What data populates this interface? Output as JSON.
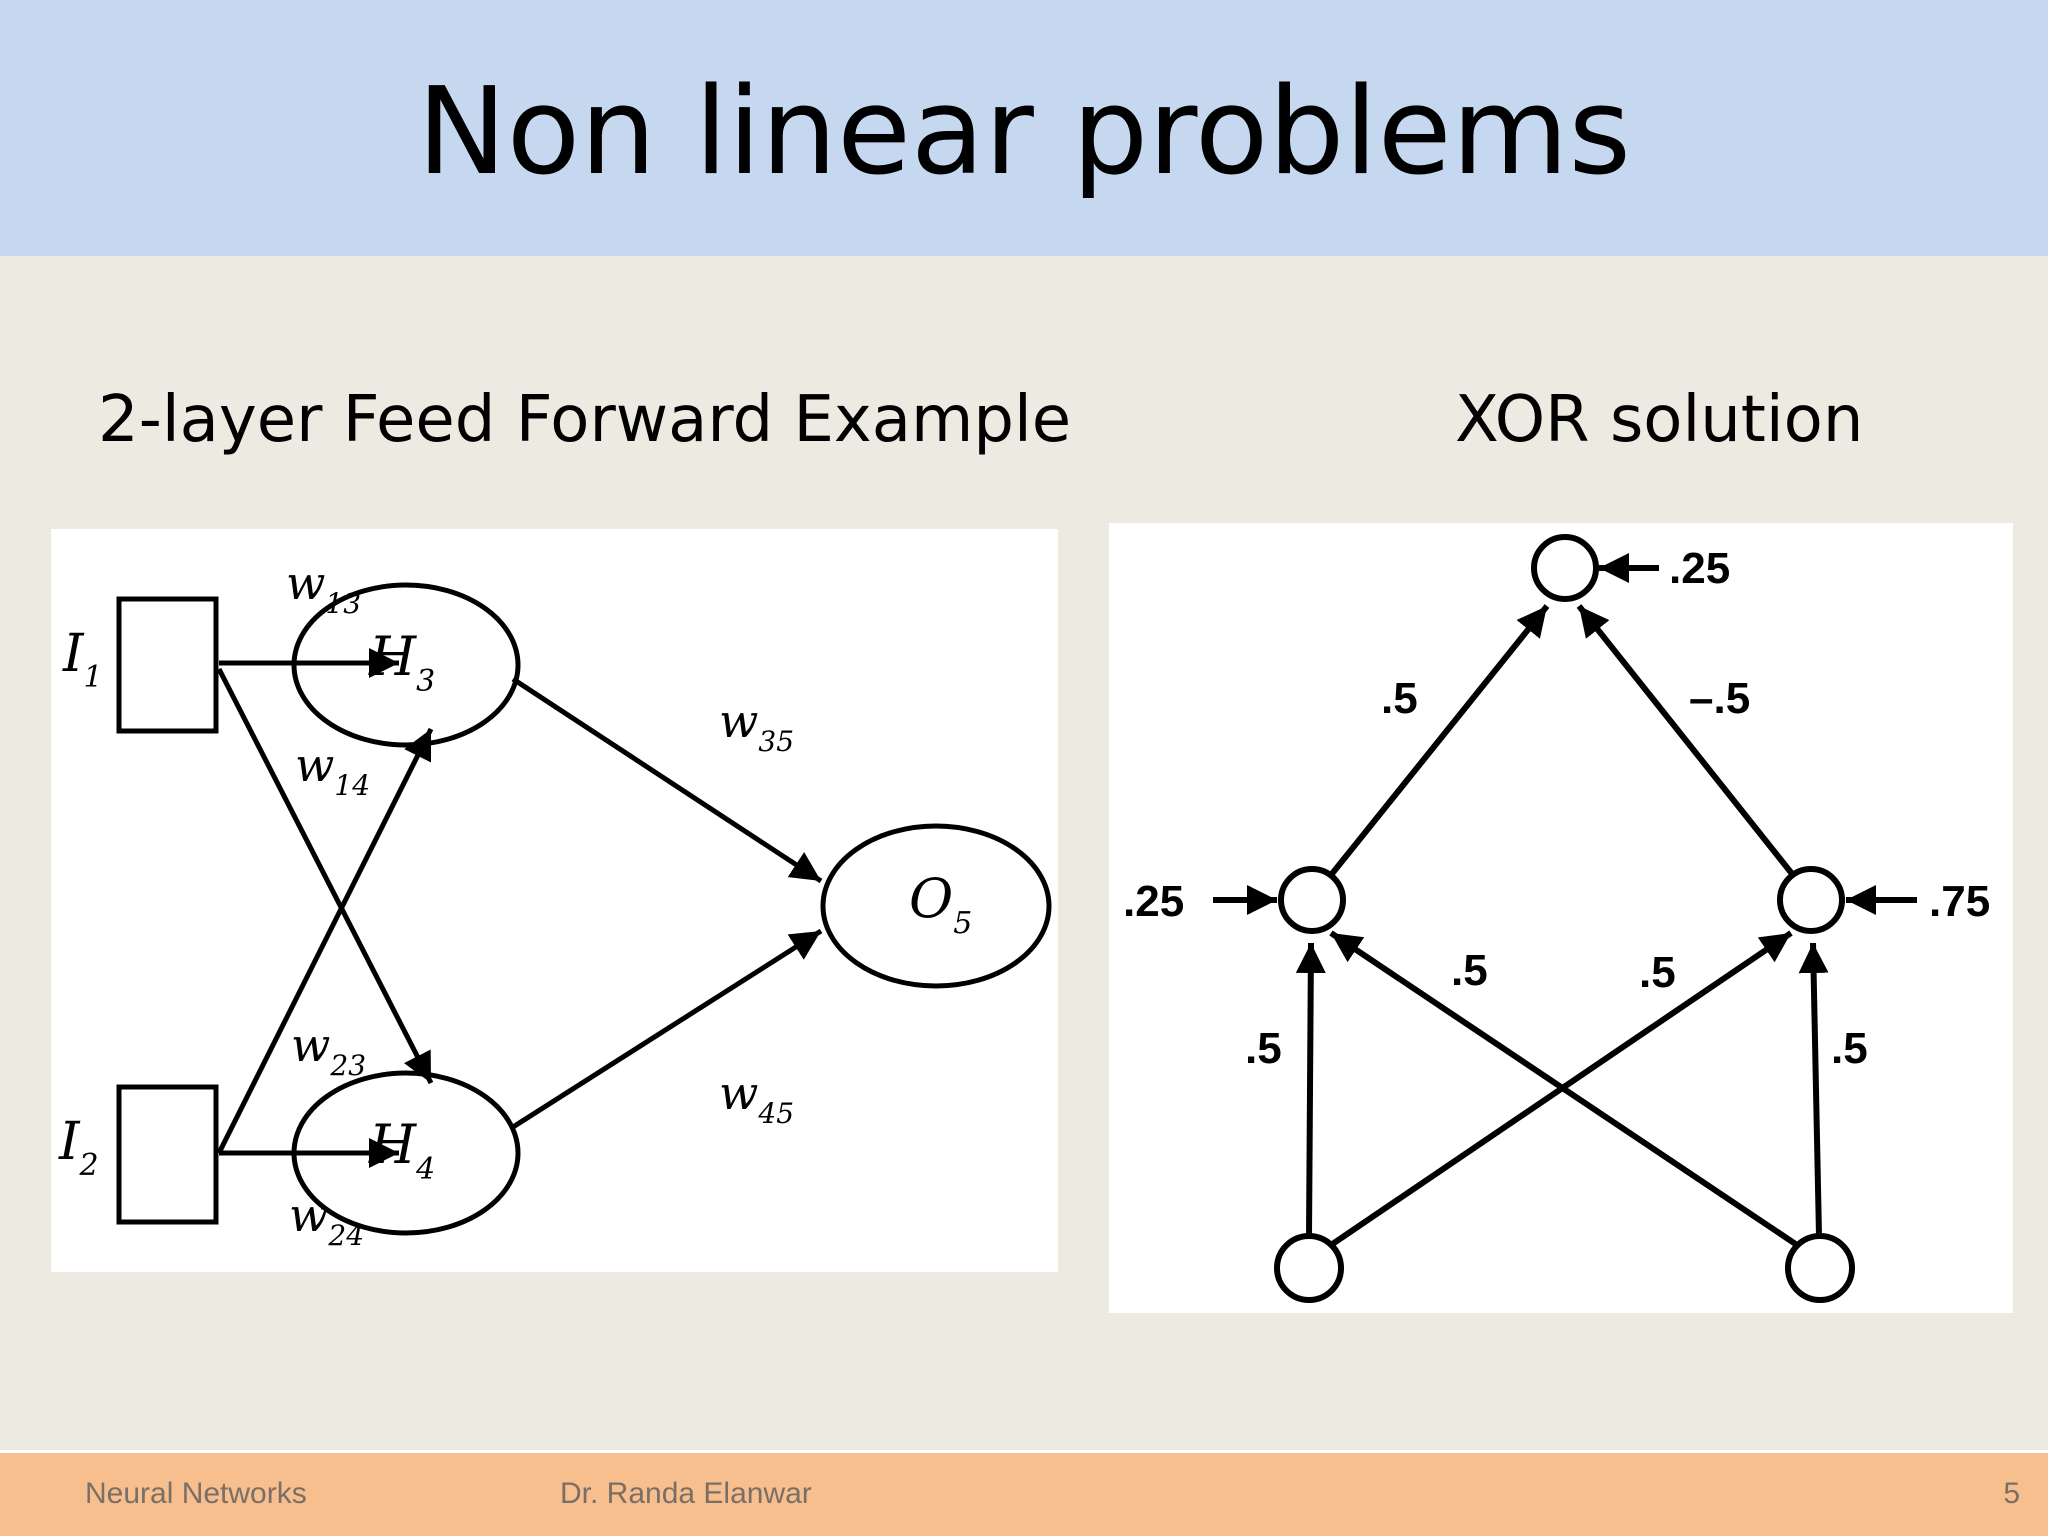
{
  "slide": {
    "title": "Non linear problems",
    "subtitle_left": "2-layer Feed Forward Example",
    "subtitle_right": "XOR solution"
  },
  "ffn_diagram": {
    "inputs": [
      {
        "name": "I",
        "sub": "1"
      },
      {
        "name": "I",
        "sub": "2"
      }
    ],
    "hidden": [
      {
        "name": "H",
        "sub": "3"
      },
      {
        "name": "H",
        "sub": "4"
      }
    ],
    "output": {
      "name": "O",
      "sub": "5"
    },
    "weights": [
      {
        "name": "w",
        "sub": "13"
      },
      {
        "name": "w",
        "sub": "14"
      },
      {
        "name": "w",
        "sub": "23"
      },
      {
        "name": "w",
        "sub": "24"
      },
      {
        "name": "w",
        "sub": "35"
      },
      {
        "name": "w",
        "sub": "45"
      }
    ]
  },
  "xor_diagram": {
    "output_bias": ".25",
    "left_hidden_bias": ".25",
    "right_hidden_bias": ".75",
    "weight_left_to_output": ".5",
    "weight_right_to_output": "–.5",
    "weight_left_input_to_left_hidden": ".5",
    "weight_right_input_to_left_hidden": ".5",
    "weight_left_input_to_right_hidden": ".5",
    "weight_right_input_to_right_hidden": ".5"
  },
  "footer": {
    "course": "Neural Networks",
    "author": "Dr. Randa Elanwar",
    "page": "5"
  }
}
